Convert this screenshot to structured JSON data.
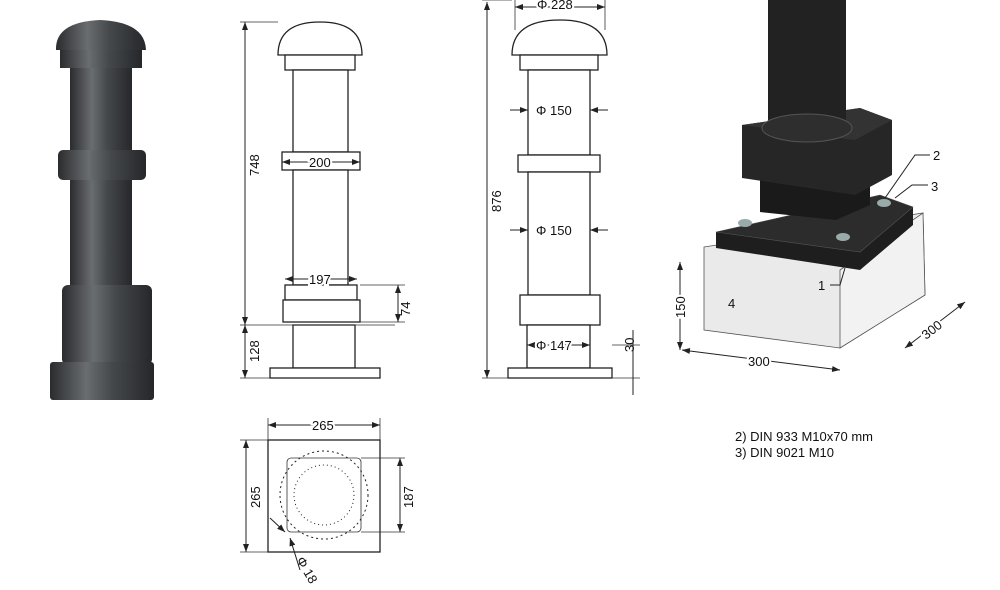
{
  "title": "Cast iron bollard technical drawing",
  "front_view": {
    "height_total": "748",
    "height_base": "128",
    "ring_width": "200",
    "base_width": "197",
    "base_height": "74"
  },
  "side_view": {
    "height_total": "876",
    "cap_diameter": "Φ 228",
    "shaft_diameter_upper": "Φ 150",
    "shaft_diameter_lower": "Φ 150",
    "stem_diameter": "Φ 147",
    "plate_thickness": "30"
  },
  "plan_view": {
    "width": "265",
    "depth": "265",
    "bolt_spacing": "187",
    "hole_diameter": "Φ 18"
  },
  "isometric": {
    "callouts": [
      "1",
      "2",
      "3",
      "4"
    ],
    "height": "150",
    "width": "300",
    "depth": "300"
  },
  "notes": [
    "2) DIN 933 M10x70 mm",
    "3) DIN 9021 M10"
  ],
  "colors": {
    "iron": "#3a3d40",
    "concrete": "#ececec",
    "steel": "#1e1e1e"
  }
}
